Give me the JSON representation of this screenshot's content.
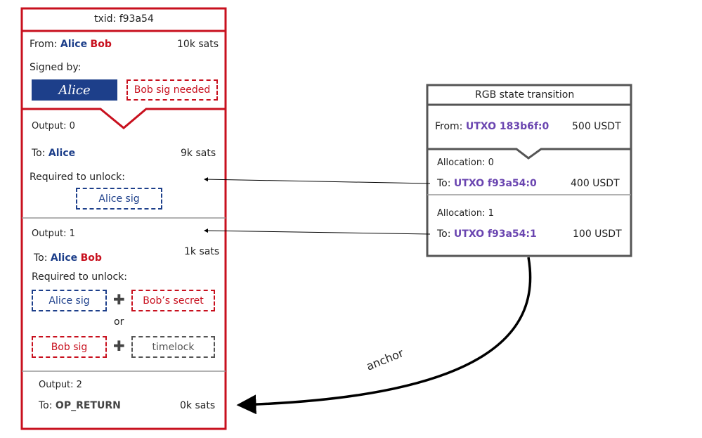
{
  "transaction": {
    "title": "txid: f93a54",
    "input": {
      "from_label": "From:",
      "from_alice": "Alice",
      "from_bob": "Bob",
      "amount": "10k sats",
      "signed_by_label": "Signed by:",
      "alice_signature": "Alice",
      "bob_sig_needed": "Bob sig needed"
    },
    "outputs": [
      {
        "label": "Output: 0",
        "to_label": "To:",
        "to_alice": "Alice",
        "amount": "9k sats",
        "unlock_label": "Required to unlock:",
        "alice_sig": "Alice sig"
      },
      {
        "label": "Output: 1",
        "to_label": "To:",
        "to_alice": "Alice",
        "to_bob": "Bob",
        "amount": "1k sats",
        "unlock_label": "Required to unlock:",
        "alice_sig": "Alice sig",
        "bob_secret": "Bob’s secret",
        "or": "or",
        "bob_sig": "Bob sig",
        "timelock": "timelock"
      },
      {
        "label": "Output: 2",
        "to_label": "To:",
        "to": "OP_RETURN",
        "amount": "0k sats"
      }
    ]
  },
  "rgb": {
    "title": "RGB state transition",
    "from_label": "From:",
    "from_utxo": "UTXO 183b6f:0",
    "from_amount": "500 USDT",
    "allocations": [
      {
        "label": "Allocation: 0",
        "to_label": "To:",
        "utxo": "UTXO f93a54:0",
        "amount": "400 USDT"
      },
      {
        "label": "Allocation: 1",
        "to_label": "To:",
        "utxo": "UTXO f93a54:1",
        "amount": "100 USDT"
      }
    ]
  },
  "anchor_label": "anchor",
  "colors": {
    "red": "#c8101e",
    "blue": "#1d3f8a",
    "purple": "#6a45b0",
    "gray": "#555555"
  }
}
